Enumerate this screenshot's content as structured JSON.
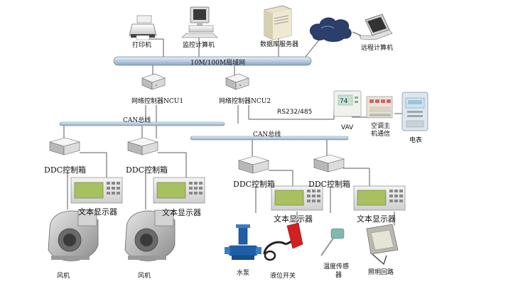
{
  "labels": {
    "printer": "打印机",
    "monitor_pc": "监控计算机",
    "db_server": "数据库服务器",
    "remote_pc": "远程计算机",
    "lan": "10M/100M局域网",
    "ncu1": "网络控制器NCU1",
    "ncu2": "网络控制器NCU2",
    "rs232": "RS232/485",
    "can1": "CAN总线",
    "can2": "CAN总线",
    "vav": "VAV",
    "ac_host_l1": "空调主",
    "ac_host_l2": "机通信",
    "meter": "电表",
    "ddc1": "DDC控制箱",
    "ddc2": "DDC控制箱",
    "ddc3": "DDC控制箱",
    "ddc4": "DDC控制箱",
    "disp1": "文本显示器",
    "disp2": "文本显示器",
    "disp3": "文本显示器",
    "disp4": "文本显示器",
    "fan1": "风机",
    "fan2": "风机",
    "pump": "水泵",
    "level_switch": "液位开关",
    "temp_sensor_l1": "温度传感",
    "temp_sensor_l2": "器",
    "lighting": "照明回路"
  },
  "colors": {
    "lan_bar": "#c9d9ea",
    "can_bar": "#a9bfd6",
    "line": "#5a5a5a",
    "lcd": "#a8c060",
    "pump": "#1e5fa8",
    "float_switch": "#d22020"
  }
}
